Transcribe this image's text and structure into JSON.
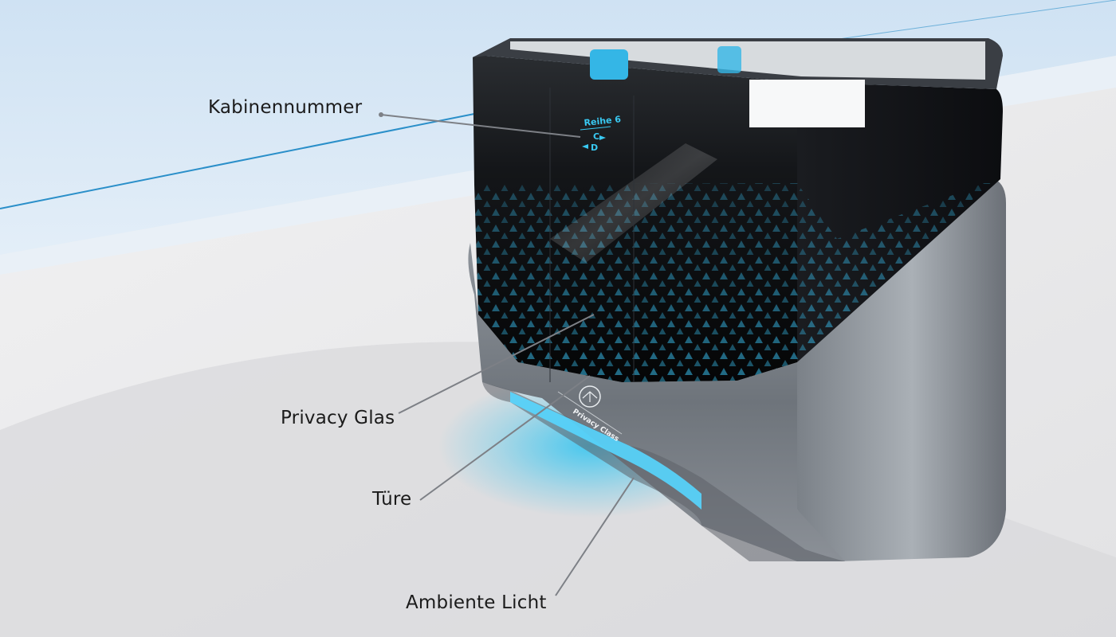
{
  "labels": {
    "cabin_number": "Kabinennummer",
    "privacy_glass": "Privacy Glas",
    "door": "Türe",
    "ambient_light": "Ambiente Licht"
  },
  "display": {
    "row": "Reihe 6",
    "seat_c": "C",
    "seat_d": "D"
  },
  "door_badge": "Privacy Class",
  "colors": {
    "accent": "#2ec4f1",
    "body_silver": "#9aa0a6",
    "glass_black": "#0d0f12",
    "sky_blue": "#d7e8f6",
    "floor": "#e9e9ea"
  }
}
